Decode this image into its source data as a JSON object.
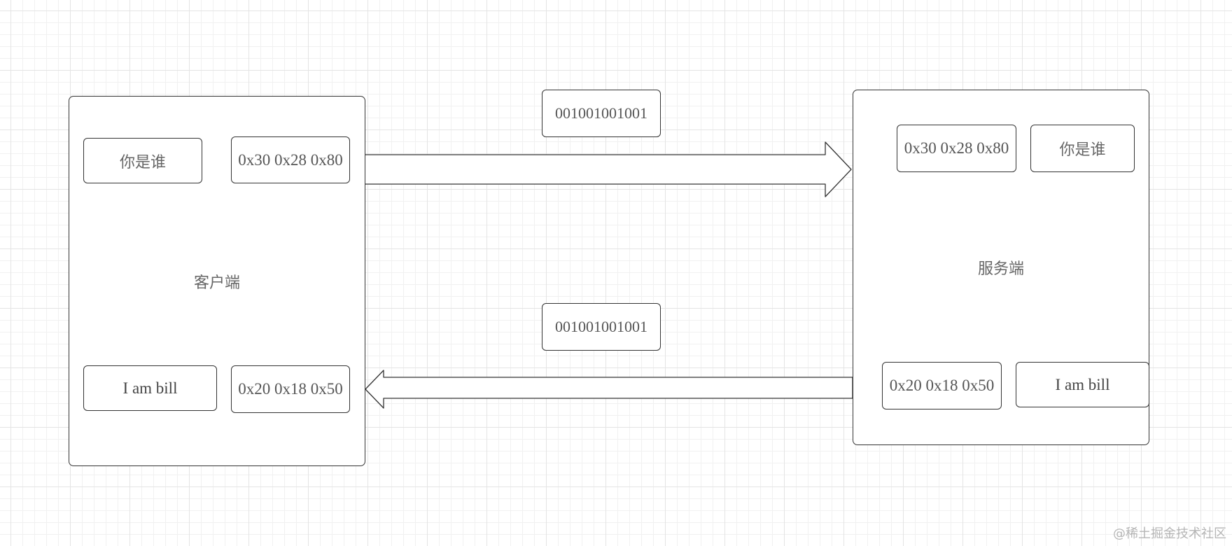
{
  "client": {
    "label": "客户端",
    "question_text": "你是谁",
    "question_hex": "0x30 0x28 0x80",
    "answer_text": "I am bill",
    "answer_hex": "0x20 0x18 0x50"
  },
  "server": {
    "label": "服务端",
    "question_hex": "0x30 0x28 0x80",
    "question_text": "你是谁",
    "answer_hex": "0x20 0x18 0x50",
    "answer_text": "I am bill"
  },
  "transfer": {
    "request_bits": "001001001001",
    "response_bits": "001001001001"
  },
  "watermark": "@稀土掘金技术社区"
}
